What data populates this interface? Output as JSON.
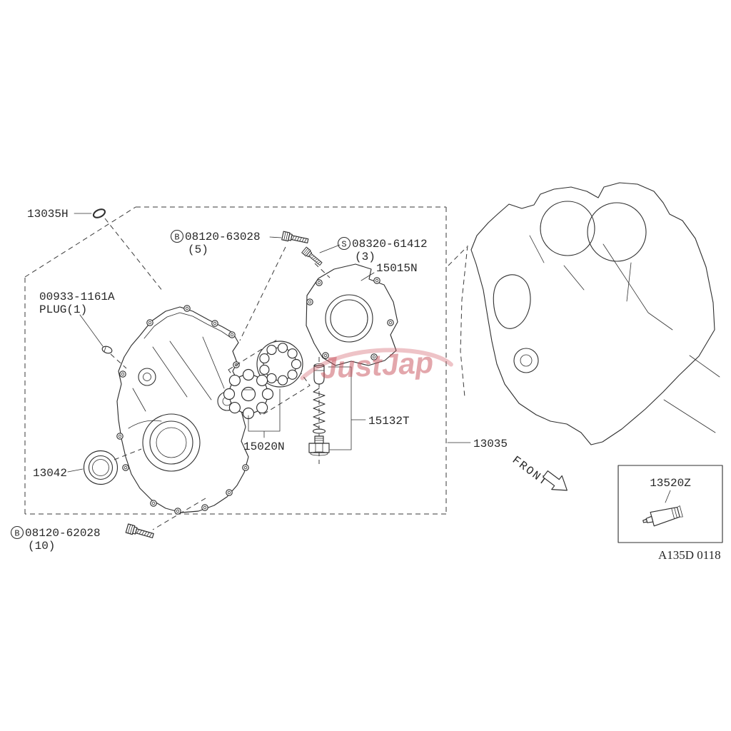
{
  "diagram": {
    "watermark": "JustJap",
    "front_label": "FRONT",
    "ref_code": "A135D 0118"
  },
  "colors": {
    "line": "#2f2f2f",
    "watermark_red": "#c8515c",
    "background": "#ffffff"
  },
  "callouts": {
    "grommet": {
      "part_no": "13035H"
    },
    "bolt_top": {
      "prefix": "B",
      "part_no": "08120-63028",
      "qty": "(5)"
    },
    "screw": {
      "prefix": "S",
      "part_no": "08320-61412",
      "qty": "(3)"
    },
    "pump_cover": {
      "part_no": "15015N"
    },
    "plug": {
      "part_no": "00933-1161A",
      "name_qty": "PLUG(1)"
    },
    "pump_gears": {
      "part_no": "15020N"
    },
    "relief_valve": {
      "part_no": "15132T"
    },
    "oil_seal": {
      "part_no": "13042"
    },
    "bolt_bottom": {
      "prefix": "B",
      "part_no": "08120-62028",
      "qty": "(10)"
    },
    "front_cover": {
      "part_no": "13035"
    },
    "sealant": {
      "part_no": "13520Z"
    }
  }
}
